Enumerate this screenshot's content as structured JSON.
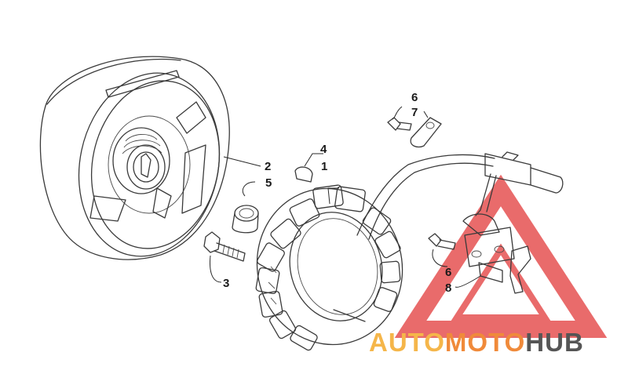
{
  "callouts": {
    "c1": "1",
    "c2": "2",
    "c3": "3",
    "c4": "4",
    "c5": "5",
    "c6a": "6",
    "c7": "7",
    "c6b": "6",
    "c8": "8"
  },
  "watermark": {
    "auto": "AUTO",
    "moto": "MOTO",
    "hub": "HUB",
    "colors": {
      "triangle": "#e23a3a",
      "auto": "#f5b64a",
      "moto": "#f08a3a",
      "hub": "#555555"
    }
  }
}
